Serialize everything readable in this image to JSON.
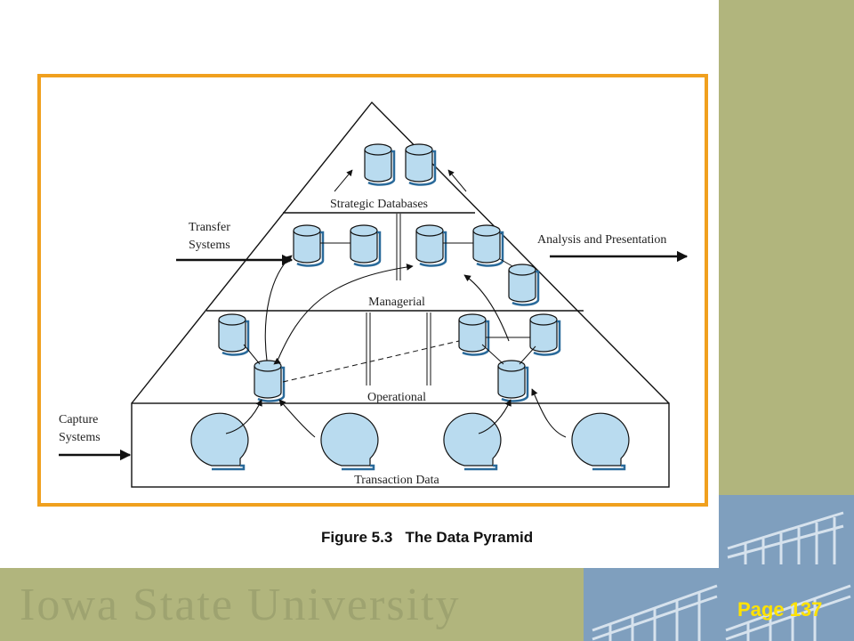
{
  "figure": {
    "caption_number": "Figure 5.3",
    "caption_title": "The Data Pyramid",
    "labels": {
      "strategic": "Strategic Databases",
      "managerial": "Managerial",
      "operational": "Operational",
      "transaction": "Transaction Data",
      "transfer_line1": "Transfer",
      "transfer_line2": "Systems",
      "capture_line1": "Capture",
      "capture_line2": "Systems",
      "analysis": "Analysis and Presentation"
    }
  },
  "footer": {
    "wordmark": "Iowa State University",
    "page": "Page 137"
  },
  "colors": {
    "frame": "#f0a01e",
    "olive": "#b1b57d",
    "blue_photo": "#7f9fbe",
    "database_fill": "#b9dbef",
    "page_number": "#ffe200"
  }
}
